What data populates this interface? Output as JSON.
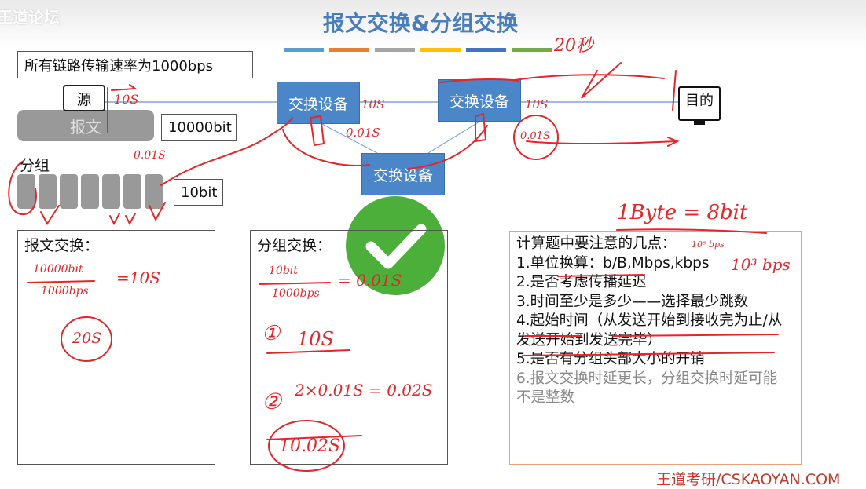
{
  "watermark_top": "王道论坛",
  "title": "报文交换&分组交换",
  "title_bar_colors": [
    "#5b9bd5",
    "#ed7d31",
    "#a5a5a5",
    "#ffc000",
    "#4472c4",
    "#70ad47"
  ],
  "diagram": {
    "rate_label": "所有链路传输速率为1000bps",
    "source": "源",
    "message": "报文",
    "message_size": "10000bit",
    "packets_label": "分组",
    "packet_count": 7,
    "packet_size": "10bit",
    "switches": [
      "交换设备",
      "交换设备",
      "交换设备"
    ],
    "destination": "目的",
    "check_color": "#4caf3a"
  },
  "panels": {
    "message_switching": "报文交换：",
    "packet_switching": "分组交换："
  },
  "notes": {
    "heading": "计算题中要注意的几点：",
    "items": [
      "1.单位换算：b/B,Mbps,kbps",
      "2.是否考虑传播延迟",
      "3.时间至少是多少——选择最少跳数",
      "4.起始时间（从发送开始到接收完为止/从发送开始到发送完毕）",
      "5.是否有分组头部大小的开销",
      "6.报文交换时延更长，分组交换时延可能不是整数"
    ]
  },
  "annotations": {
    "src_time": "10S",
    "pkt_time": "0.01S",
    "sw1_time": "10S",
    "sw1_pkt": "0.01S",
    "sw2_time": "10S",
    "sw2_pkt": "0.01S",
    "total_top": "20秒",
    "byte_eq": "1Byte = 8bit",
    "kbps": "10³ bps",
    "mbps": "10⁶ bps",
    "msg_calc_num": "10000bit",
    "msg_calc_den": "1000bps",
    "msg_calc_res": "=10S",
    "msg_total": "20S",
    "pkt_calc_num": "10bit",
    "pkt_calc_den": "1000bps",
    "pkt_calc_res": "= 0.01S",
    "step1_mark": "①",
    "step1": "10S",
    "step2_mark": "②",
    "step2": "2×0.01S = 0.02S",
    "pkt_total": "10.02S"
  },
  "footer_watermark": "王道考研/CSKAOYAN.COM"
}
